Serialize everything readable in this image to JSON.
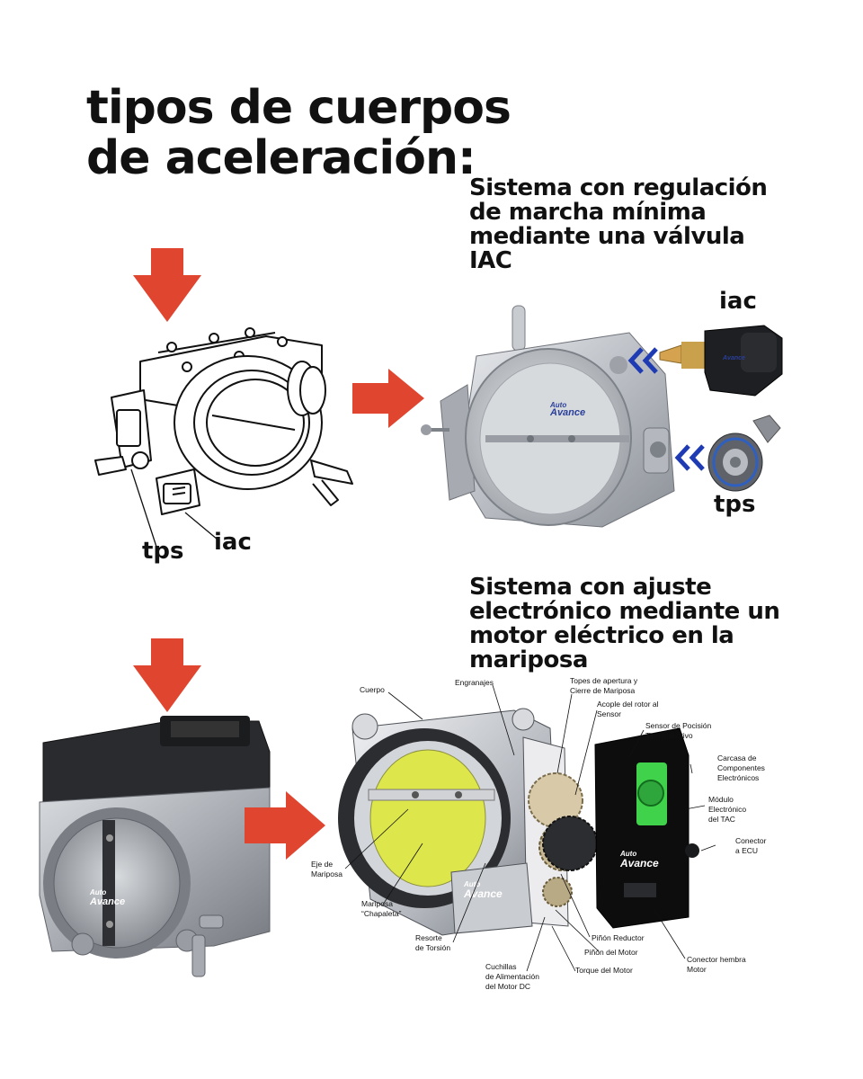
{
  "title": {
    "line1": "tipos de cuerpos",
    "line2": "de aceleración:"
  },
  "section_iac": {
    "heading_lines": [
      "Sistema con regulación",
      "de marcha mínima",
      "mediante una válvula",
      "IAC"
    ],
    "drawing_labels": {
      "tps": "tps",
      "iac": "iac"
    },
    "photo_labels": {
      "iac": "iac",
      "tps": "tps"
    },
    "brand": {
      "line1": "Auto",
      "line2": "Avance"
    }
  },
  "section_motor": {
    "heading_lines": [
      "Sistema con ajuste",
      "electrónico mediante un",
      "motor eléctrico en la",
      "mariposa"
    ],
    "brand": {
      "line1": "Auto",
      "line2": "Avance"
    },
    "callouts": {
      "cuerpo": "Cuerpo",
      "engranajes": "Engranajes",
      "topes": [
        "Topes de apertura y",
        "Cierre de Mariposa"
      ],
      "acople": [
        "Acople del rotor al",
        "Sensor"
      ],
      "sensor": [
        "Sensor de Pocisión",
        "Tipo Inductivo"
      ],
      "carcasa": [
        "Carcasa de",
        "Componentes",
        "Electrónicos"
      ],
      "modulo": [
        "Módulo",
        "Electrónico",
        "del TAC"
      ],
      "conector_ecu": [
        "Conector",
        "a ECU"
      ],
      "eje": [
        "Eje de",
        "Mariposa"
      ],
      "mariposa": [
        "Mariposa",
        "“Chapaleta”"
      ],
      "resorte": [
        "Resorte",
        "de Torsión"
      ],
      "cuchillas": [
        "Cuchillas",
        "de Alimentación",
        "del Motor DC"
      ],
      "pinon_reductor": "Piñón Reductor",
      "pinon_motor": "Piñón del Motor",
      "torque": "Torque del Motor",
      "conector_hembra": [
        "Conector hembra",
        "Motor"
      ]
    }
  },
  "colors": {
    "arrow_red": "#e0452f",
    "chevron_blue": "#1f3bb3",
    "butterfly_yellow": "#dde64a",
    "module_green": "#3fd24a",
    "text": "#111111"
  }
}
